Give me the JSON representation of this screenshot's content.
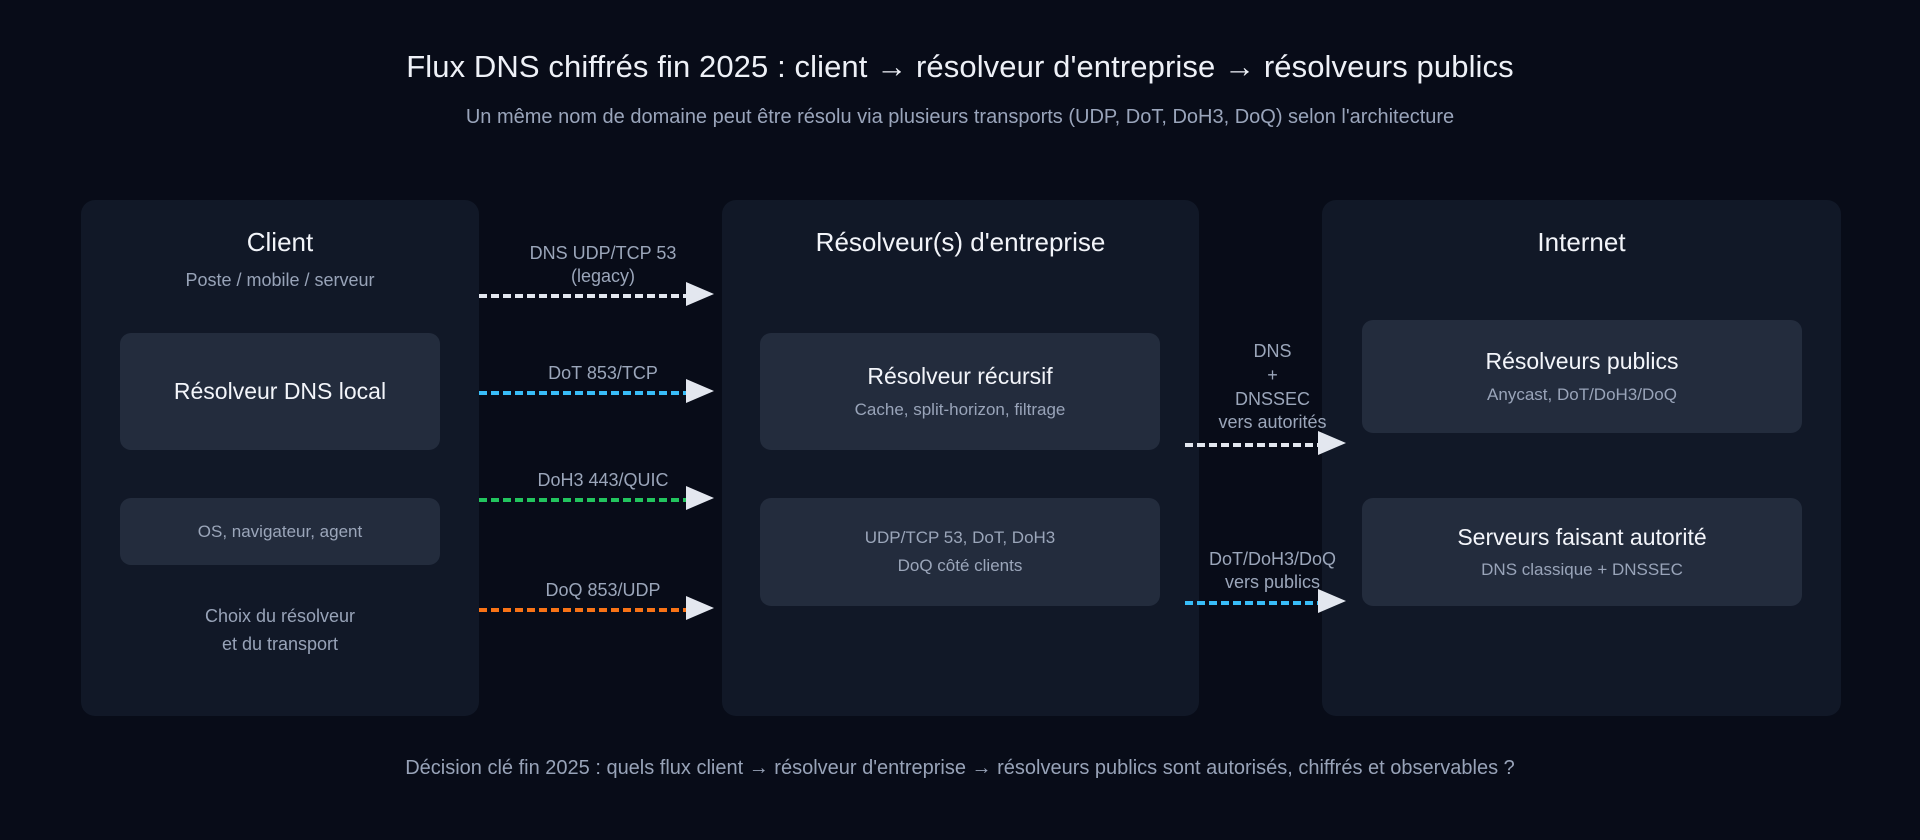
{
  "header": {
    "title": "Flux DNS chiffrés fin 2025 : client → résolveur d'entreprise → résolveurs publics",
    "subtitle": "Un même nom de domaine peut être résolu via plusieurs transports (UDP, DoT, DoH3, DoQ) selon l'architecture"
  },
  "columns": {
    "client": {
      "title": "Client",
      "subtitle": "Poste / mobile / serveur",
      "cards": [
        {
          "title": "Résolveur DNS local",
          "subtitle": ""
        },
        {
          "title": "OS, navigateur, agent",
          "subtitle": ""
        }
      ],
      "footnote": "Choix du résolveur\net du transport"
    },
    "enterprise": {
      "title": "Résolveur(s) d'entreprise",
      "subtitle": "",
      "cards": [
        {
          "title": "Résolveur récursif",
          "subtitle": "Cache, split-horizon, filtrage"
        },
        {
          "title": "UDP/TCP 53, DoT, DoH3",
          "subtitle": "DoQ côté clients"
        }
      ]
    },
    "internet": {
      "title": "Internet",
      "subtitle": "",
      "cards": [
        {
          "title": "Résolveurs publics",
          "subtitle": "Anycast, DoT/DoH3/DoQ"
        },
        {
          "title": "Serveurs faisant autorité",
          "subtitle": "DNS classique + DNSSEC"
        }
      ]
    }
  },
  "flows_client_to_enterprise": [
    {
      "label": "DNS UDP/TCP 53\n(legacy)",
      "color": "#e3e7ef"
    },
    {
      "label": "DoT 853/TCP",
      "color": "#38bdf8"
    },
    {
      "label": "DoH3 443/QUIC",
      "color": "#22c55e"
    },
    {
      "label": "DoQ 853/UDP",
      "color": "#f97316"
    }
  ],
  "flows_enterprise_to_internet": [
    {
      "label": "DNS\n+\nDNSSEC\nvers autorités",
      "color": "#e3e7ef"
    },
    {
      "label": "DoT/DoH3/DoQ\nvers publics",
      "color": "#38bdf8"
    }
  ],
  "footer": {
    "text": "Décision clé fin 2025 : quels flux client → résolveur d'entreprise → résolveurs publics sont autorisés, chiffrés et observables ?"
  },
  "colors": {
    "background": "#080c18",
    "panel": "#111827",
    "card": "#232c3d",
    "text_primary": "#f2f4f9",
    "text_secondary": "#98a3b8",
    "accent_legacy": "#e3e7ef",
    "accent_dot": "#38bdf8",
    "accent_doh3": "#22c55e",
    "accent_doq": "#f97316"
  }
}
